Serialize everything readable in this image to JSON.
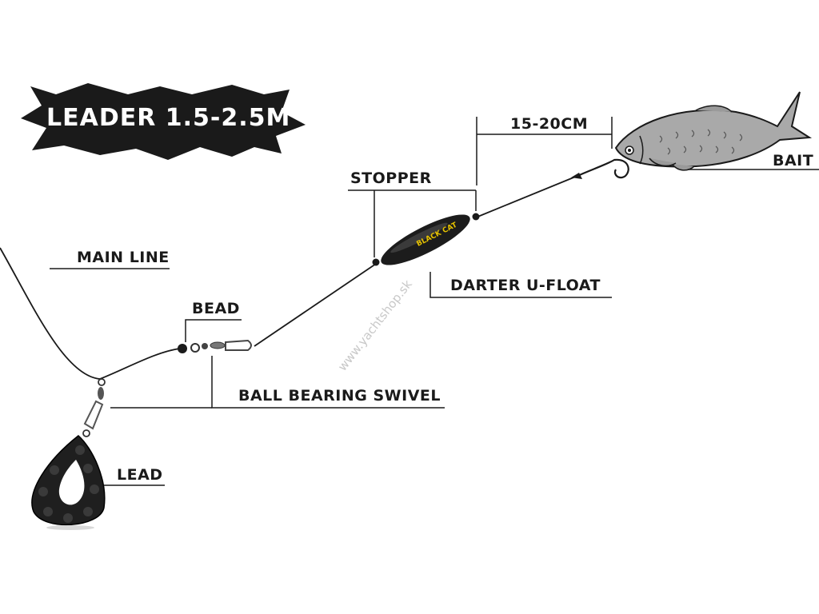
{
  "banner": {
    "text": "LEADER 1.5-2.5M"
  },
  "labels": {
    "main_line": "MAIN LINE",
    "bead": "BEAD",
    "ball_bearing_swivel": "BALL BEARING SWIVEL",
    "lead": "LEAD",
    "stopper": "STOPPER",
    "darter_u_float": "DARTER U-FLOAT",
    "distance": "15-20CM",
    "bait": "BAIT"
  },
  "float_logo": "BLACK CAT",
  "watermark": "www.yachtshop.sk",
  "colors": {
    "line": "#1a1a1a",
    "banner": "#1a1a1a",
    "fish_body": "#a9a9a9",
    "float_logo": "#e6c200"
  }
}
